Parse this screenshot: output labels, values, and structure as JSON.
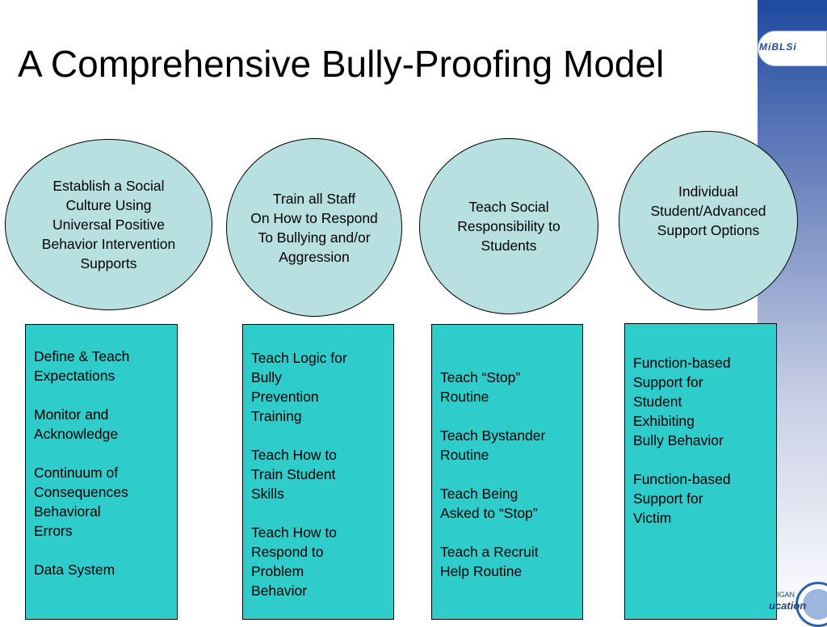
{
  "title": "A Comprehensive Bully-Proofing Model",
  "logo": {
    "text": "MiBLSi"
  },
  "footer_logo": {
    "top": "IGAN",
    "bottom": "ucation"
  },
  "colors": {
    "circle_fill": "#b8e0e1",
    "box_fill": "#2fcccc",
    "sidebar_top": "#1f4aa0"
  },
  "columns": [
    {
      "circle": "Establish a Social\nCulture Using\nUniversal Positive\nBehavior Intervention\nSupports",
      "items": [
        "Define & Teach\nExpectations",
        "Monitor and\nAcknowledge",
        "Continuum of\nConsequences\nBehavioral\nErrors",
        "Data System"
      ]
    },
    {
      "circle": "Train all Staff\nOn How to Respond\nTo Bullying and/or\nAggression",
      "items": [
        "Teach Logic for\nBully\nPrevention\nTraining",
        "Teach How to\nTrain Student\nSkills",
        "Teach How to\nRespond to\nProblem\nBehavior"
      ]
    },
    {
      "circle": "Teach Social\nResponsibility to\nStudents",
      "items": [
        "Teach “Stop”\nRoutine",
        "Teach Bystander\nRoutine",
        "Teach Being\nAsked to “Stop”",
        "Teach a Recruit\nHelp Routine"
      ]
    },
    {
      "circle": "Individual\nStudent/Advanced\nSupport Options",
      "items": [
        "Function-based\nSupport for\nStudent\nExhibiting\nBully Behavior",
        "Function-based\nSupport for\nVictim"
      ]
    }
  ]
}
